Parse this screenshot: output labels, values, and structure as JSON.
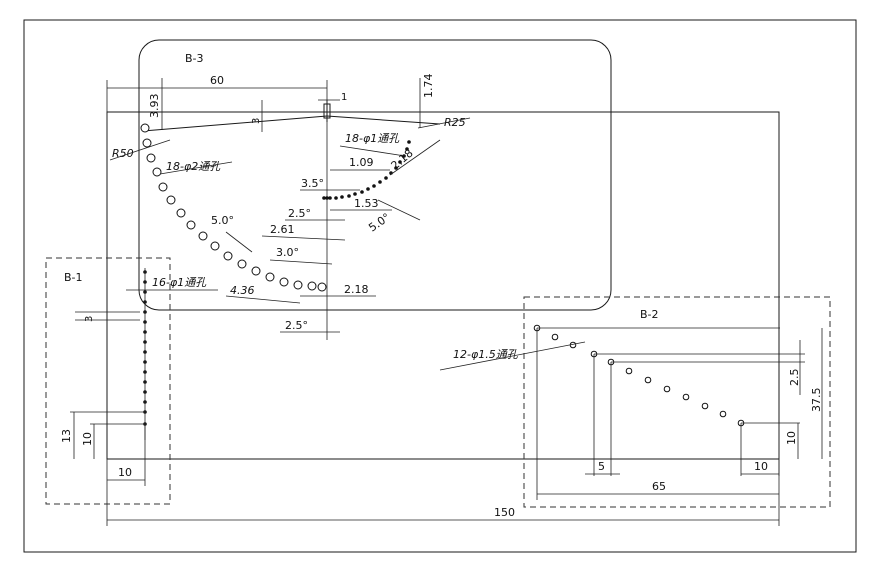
{
  "regions": {
    "b3": "B-3",
    "b1": "B-1",
    "b2": "B-2"
  },
  "dims": {
    "d60": "60",
    "d393": "3.93",
    "d1": "1",
    "d174": "1.74",
    "d3top": "3",
    "r25": "R25",
    "r50": "R50",
    "holes18_1": "18-φ1通孔",
    "holes18_2": "18-φ2通孔",
    "d109": "1.09",
    "d218a": "2.18",
    "d35": "3.5°",
    "d25a": "2.5°",
    "d153": "1.53",
    "d50a": "5.0°",
    "d50b": "5.0°",
    "d261": "2.61",
    "d30": "3.0°",
    "holes16": "16-φ1通孔",
    "d436": "4.36",
    "d218b": "2.18",
    "d25b": "2.5°",
    "d3left": "3",
    "d13": "13",
    "d10v": "10",
    "d10h": "10",
    "holes12": "12-φ1.5通孔",
    "d25r": "2.5",
    "d375": "37.5",
    "d10r": "10",
    "d5": "5",
    "d10b": "10",
    "d65": "65",
    "d150": "150"
  }
}
